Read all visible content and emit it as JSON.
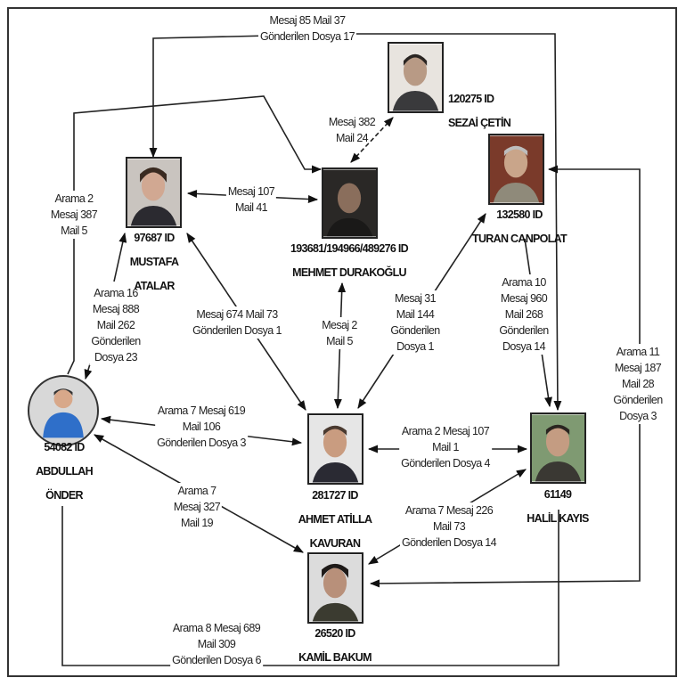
{
  "people": {
    "sezai": {
      "id": "120275 ID",
      "name": "SEZAİ ÇETİN"
    },
    "turan": {
      "id": "132580 ID",
      "name": "TURAN CANPOLAT"
    },
    "mustafa": {
      "id": "97687 ID",
      "name": "MUSTAFA\nATALAR"
    },
    "mehmet": {
      "id": "193681/194966/489276 ID",
      "name": "MEHMET DURAKOĞLU"
    },
    "abdullah": {
      "id": "54082 ID",
      "name": "ABDULLAH\nÖNDER"
    },
    "ahmet": {
      "id": "281727 ID",
      "name": "AHMET ATİLLA\nKAVURAN"
    },
    "halil": {
      "id": "61149",
      "name": "HALİL KAYIS"
    },
    "kamil": {
      "id": "26520 ID",
      "name": "KAMİL BAKUM"
    }
  },
  "edges": {
    "mustafa_halil": "Mesaj 85 Mail 37\nGönderilen Dosya 17",
    "mehmet_sezai": "Mesaj 382\nMail 24",
    "abdullah_mehmet": "Arama 2\nMesaj 387\nMail 5",
    "mustafa_mehmet": "Mesaj 107\nMail 41",
    "abdullah_mustafa": "Arama 16\nMesaj 888\nMail 262\nGönderilen\nDosya 23",
    "ahmet_mustafa": "Mesaj 674 Mail 73\nGönderilen Dosya 1",
    "ahmet_mehmet": "Mesaj 2\nMail 5",
    "ahmet_turan": "Mesaj 31\nMail 144\nGönderilen\nDosya 1",
    "turan_halil": "Arama 10\nMesaj 960\nMail 268\nGönderilen\nDosya 14",
    "kamil_turan": "Arama 11\nMesaj 187\nMail 28\nGönderilen\nDosya 3",
    "abdullah_ahmet": "Arama 7 Mesaj 619\nMail 106\nGönderilen Dosya 3",
    "ahmet_halil": "Arama 2 Mesaj 107\nMail 1\nGönderilen Dosya 4",
    "abdullah_kamil": "Arama 7\nMesaj 327\nMail 19",
    "halil_kamil": "Arama 7 Mesaj 226\nMail 73\nGönderilen Dosya 14",
    "abdullah_halil": "Arama 8 Mesaj 689\nMail 309\nGönderilen Dosya 6"
  }
}
